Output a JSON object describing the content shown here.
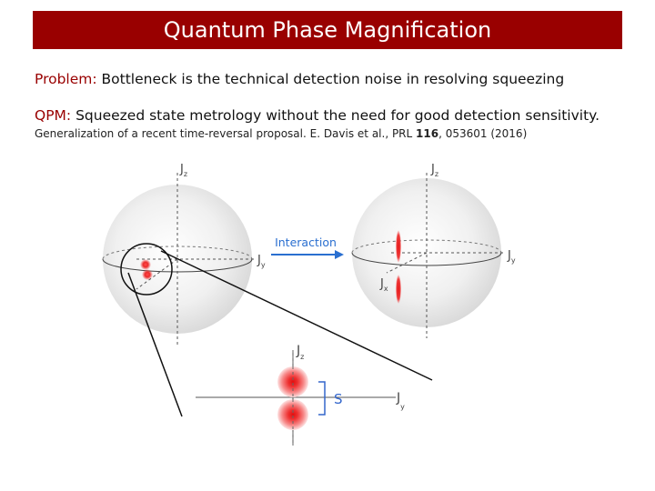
{
  "title": "Quantum Phase Magnification",
  "problem": {
    "label": "Problem:",
    "text": " Bottleneck is the technical detection noise in resolving squeezing"
  },
  "qpm": {
    "label": "QPM:",
    "text": " Squeezed state metrology without the need for good detection sensitivity."
  },
  "reference": {
    "before": "Generalization of a recent time-reversal proposal. E. Davis et al., PRL ",
    "volume": "116",
    "after": ", 053601 (2016)"
  },
  "figure": {
    "arrow_label": "Interaction",
    "axis_main": "J",
    "sub_z": "z",
    "sub_y": "y",
    "sub_x": "x",
    "spacing_label": "S"
  },
  "colors": {
    "title_background": "#990000",
    "accent_text": "#990000",
    "arrow": "#2a6fd0",
    "spot": "#e21b1b"
  }
}
